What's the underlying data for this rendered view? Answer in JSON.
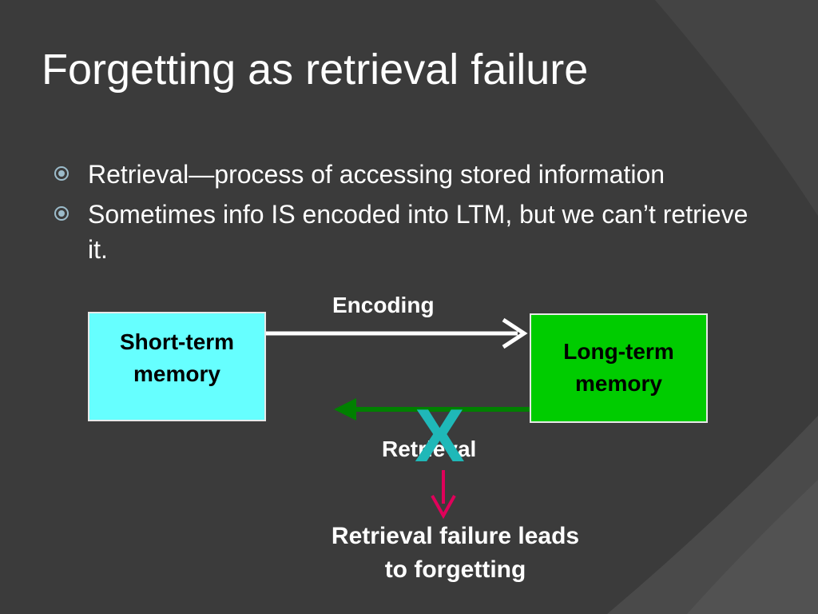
{
  "slide": {
    "title": "Forgetting as retrieval failure",
    "bullets": [
      "Retrieval—process of accessing stored information",
      "Sometimes info IS encoded into LTM, but we can’t retrieve it."
    ]
  },
  "diagram": {
    "short_term_box": "Short-term memory",
    "long_term_box": "Long-term memory",
    "encoding_label": "Encoding",
    "retrieval_label": "Retrieval",
    "x_mark": "X",
    "failure_text": "Retrieval failure leads to forgetting"
  },
  "colors": {
    "background": "#3b3b3b",
    "short_term_fill": "#66ffff",
    "long_term_fill": "#00cc00",
    "retrieval_arrow": "#008000",
    "x_mark": "#1fb8b8",
    "failure_arrow": "#e0005a"
  }
}
